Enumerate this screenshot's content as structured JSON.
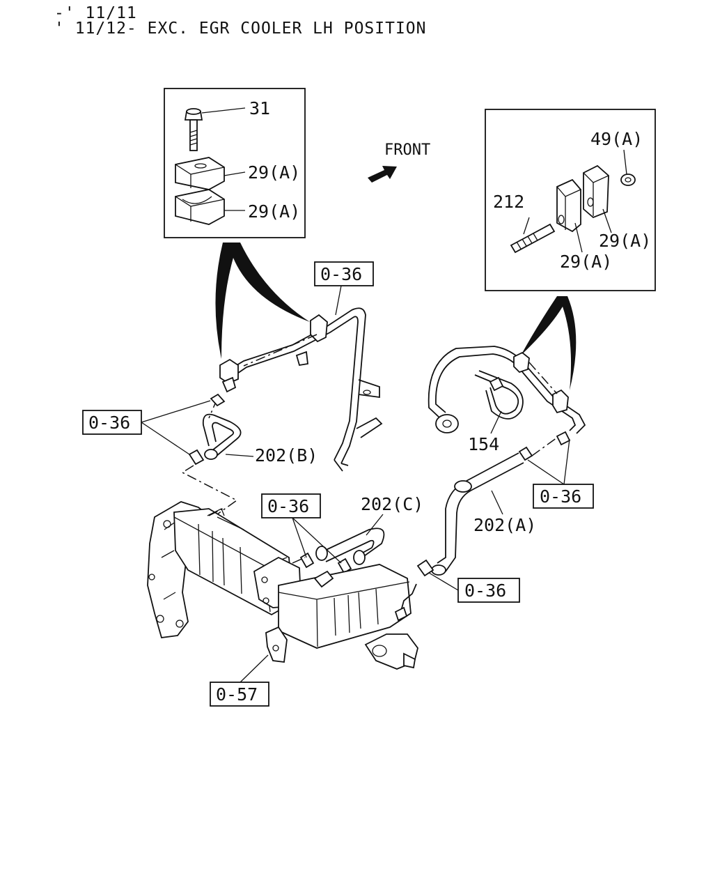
{
  "header": {
    "line1": "-' 11/11",
    "line2": "' 11/12- EXC. EGR COOLER LH POSITION"
  },
  "direction": {
    "front_label": "FRONT"
  },
  "callouts": {
    "bolt": "31",
    "clamp_upper": "29(A)",
    "clamp_lower": "29(A)",
    "nut": "49(A)",
    "stud": "212",
    "clamp_right_a": "29(A)",
    "clamp_right_b": "29(A)",
    "band": "154",
    "hose_b": "202(B)",
    "hose_c": "202(C)",
    "hose_a": "202(A)"
  },
  "references": {
    "ref_top": "0-36",
    "ref_left": "0-36",
    "ref_center": "0-36",
    "ref_right_upper": "0-36",
    "ref_right_lower": "0-36",
    "ref_bottom": "0-57"
  },
  "colors": {
    "line": "#111111",
    "background": "#ffffff"
  }
}
